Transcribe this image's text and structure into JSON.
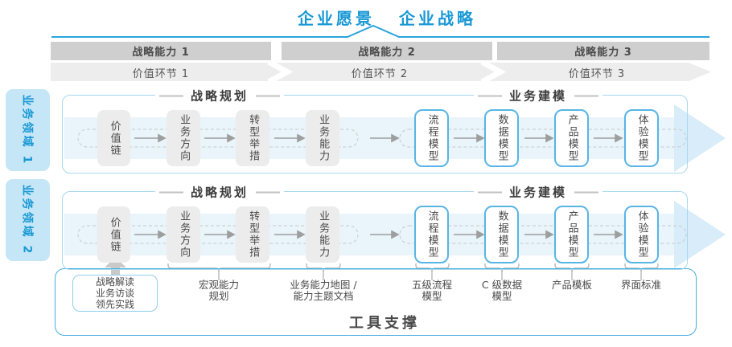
{
  "title": {
    "vision": "企业愿景",
    "strategy": "企业战略"
  },
  "capabilities": [
    {
      "label": "战略能力 1"
    },
    {
      "label": "战略能力 2"
    },
    {
      "label": "战略能力 3"
    }
  ],
  "value_links": [
    {
      "label": "价值环节 1"
    },
    {
      "label": "价值环节 2"
    },
    {
      "label": "价值环节 3"
    }
  ],
  "domains": [
    {
      "tab": "业务领域 1",
      "sections": [
        {
          "header": "战略规划"
        },
        {
          "header": "业务建模"
        }
      ],
      "planning_boxes": [
        "价值链",
        "业务方向",
        "转型举措",
        "业务能力"
      ],
      "modeling_boxes": [
        "流程模型",
        "数据模型",
        "产品模型",
        "体验模型"
      ]
    },
    {
      "tab": "业务领域 2",
      "sections": [
        {
          "header": "战略规划"
        },
        {
          "header": "业务建模"
        }
      ],
      "planning_boxes": [
        "价值链",
        "业务方向",
        "转型举措",
        "业务能力"
      ],
      "modeling_boxes": [
        "流程模型",
        "数据模型",
        "产品模型",
        "体验模型"
      ]
    }
  ],
  "annotations": {
    "practice_box": [
      "战略解读",
      "业务访谈",
      "领先实践"
    ],
    "labels": [
      {
        "line1": "宏观能力",
        "line2": "规划"
      },
      {
        "line1": "业务能力地图 /",
        "line2": "能力主题文档"
      },
      {
        "line1": "五级流程",
        "line2": "模型"
      },
      {
        "line1": "C 级数据",
        "line2": "模型"
      },
      {
        "line1": "产品模板",
        "line2": ""
      },
      {
        "line1": "界面标准",
        "line2": ""
      }
    ]
  },
  "footer": {
    "label": "工具支撑"
  },
  "colors": {
    "accent_blue": "#1898d5",
    "top_line": "#2ba3dc",
    "arrow_band": "#e9f4fb",
    "arrow_head": "#d8ecf9",
    "capability_bar": "#cfcfcf",
    "chevron_band": "#ededed",
    "tab_bg": "#c5e6f6",
    "gray_box": "#ececec",
    "blue_box_border": "#58b5e5",
    "frame_border": "#a5d8f0",
    "tool_border": "#47aede",
    "text_dark": "#4a4a4a"
  }
}
